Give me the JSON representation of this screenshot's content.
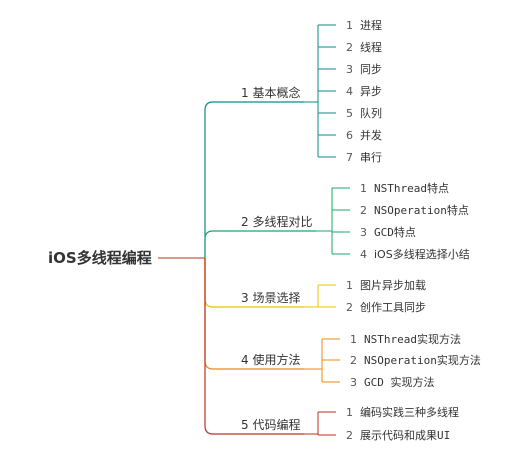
{
  "mindmap": {
    "root": "iOS多线程编程",
    "branches": [
      {
        "label": "1 基本概念",
        "color": "#0e8a8a",
        "children": [
          {
            "num": "1",
            "label": "进程"
          },
          {
            "num": "2",
            "label": "线程"
          },
          {
            "num": "3",
            "label": "同步"
          },
          {
            "num": "4",
            "label": "异步"
          },
          {
            "num": "5",
            "label": "队列"
          },
          {
            "num": "6",
            "label": "并发"
          },
          {
            "num": "7",
            "label": "串行"
          }
        ]
      },
      {
        "label": "2 多线程对比",
        "color": "#1aa86a",
        "children": [
          {
            "num": "1",
            "label": "NSThread特点"
          },
          {
            "num": "2",
            "label": "NSOperation特点"
          },
          {
            "num": "3",
            "label": "GCD特点"
          },
          {
            "num": "4",
            "label": "iOS多线程选择小结"
          }
        ]
      },
      {
        "label": "3 场景选择",
        "color": "#e8c400",
        "children": [
          {
            "num": "1",
            "label": "图片异步加载"
          },
          {
            "num": "2",
            "label": "创作工具同步"
          }
        ]
      },
      {
        "label": "4 使用方法",
        "color": "#e88a12",
        "children": [
          {
            "num": "1",
            "label": "NSThread实现方法"
          },
          {
            "num": "2",
            "label": "NSOperation实现方法"
          },
          {
            "num": "3",
            "label": "GCD 实现方法"
          }
        ]
      },
      {
        "label": "5 代码编程",
        "color": "#c0301e",
        "children": [
          {
            "num": "1",
            "label": "编码实践三种多线程"
          },
          {
            "num": "2",
            "label": "展示代码和成果UI"
          }
        ]
      }
    ]
  }
}
